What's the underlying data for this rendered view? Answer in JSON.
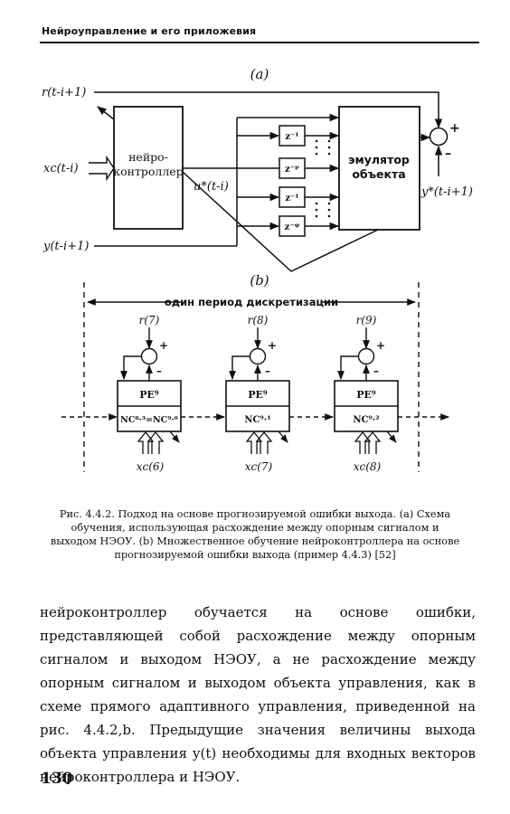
{
  "running_head": "Нейроуправление и его приложевия",
  "figure": {
    "panel_a": {
      "label": "(a)",
      "input_r": "r(t-i+1)",
      "input_xc": "xc(t-i)",
      "input_y": "y(t-i+1)",
      "controller_line1": "нейро-",
      "controller_line2": "контроллер",
      "u_label": "u*(t-i)",
      "delay_labels": [
        "z⁻¹",
        "z⁻ᵖ",
        "z⁻¹",
        "z⁻ᵠ"
      ],
      "emulator_line1": "эмулятор",
      "emulator_line2": "объекта",
      "y_star_label": "y*(t-i+1)",
      "plus_sign": "+",
      "minus_sign": "–"
    },
    "panel_b": {
      "label": "(b)",
      "period_label": "один период дискретизации",
      "stages": [
        {
          "r_label": "r(7)",
          "pe_label": "PE⁹",
          "nc_label": "NC⁸·³=NC⁹·⁰",
          "xc_label": "xc(6)"
        },
        {
          "r_label": "r(8)",
          "pe_label": "PE⁹",
          "nc_label": "NC⁹·¹",
          "xc_label": "xc(7)"
        },
        {
          "r_label": "r(9)",
          "pe_label": "PE⁹",
          "nc_label": "NC⁹·²",
          "xc_label": "xc(8)"
        }
      ]
    }
  },
  "caption": "Рис. 4.4.2. Подход на основе прогнозируемой ошибки выхода. (a) Схема обучения, использующая расхождение между опорным сигналом и выходом НЭОУ. (b) Множественное обучение нейроконтроллера на основе прогнозируемой ошибки выхода (пример 4.4.3) [52]",
  "body_text": "нейроконтроллер обучается на основе ошибки, представляющей собой расхождение между опорным сигналом и выходом НЭОУ, а не расхождение между опорным сигналом и выходом объекта управления, как в схеме прямого адаптивного управления, приведенной на рис. 4.4.2,b. Предыдущие значения величины выхода объекта управления y(t) необходимы для входных векторов нейроконтроллера и НЭОУ.",
  "page_number": "130"
}
